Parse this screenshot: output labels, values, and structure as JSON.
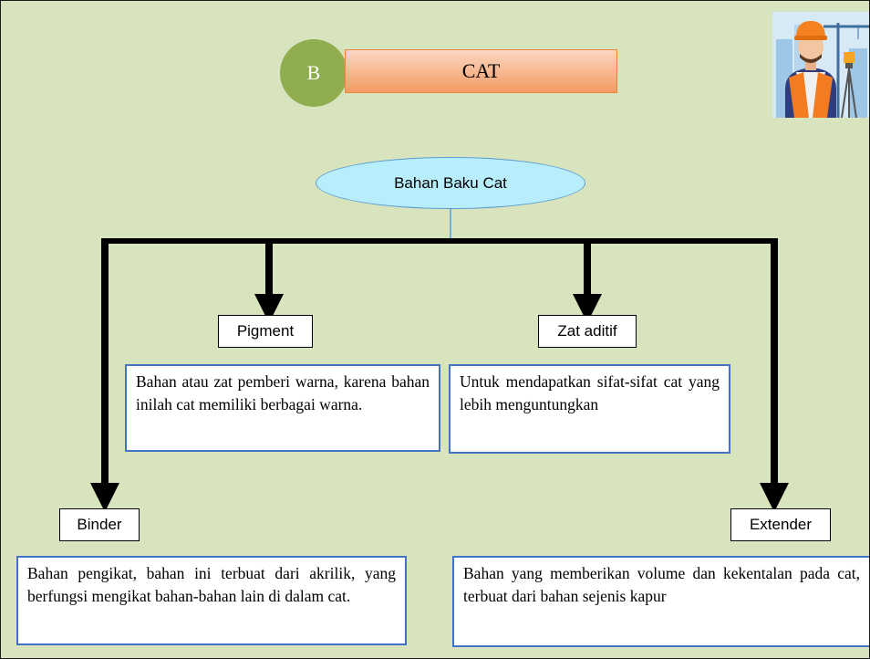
{
  "slide": {
    "badge_letter": "B",
    "title": "CAT",
    "root": "Bahan Baku Cat",
    "nodes": {
      "binder": {
        "label": "Binder",
        "description": "Bahan pengikat, bahan ini terbuat dari akrilik, yang berfungsi mengikat bahan-bahan lain di dalam cat."
      },
      "pigment": {
        "label": "Pigment",
        "description": "Bahan atau zat pemberi warna, karena bahan inilah cat memiliki berbagai warna."
      },
      "zat_aditif": {
        "label": "Zat aditif",
        "description": "Untuk mendapatkan sifat-sifat cat yang lebih menguntungkan"
      },
      "extender": {
        "label": "Extender",
        "description": "Bahan yang memberikan volume dan kekentalan pada cat, terbuat dari bahan sejenis kapur"
      }
    }
  },
  "colors": {
    "background": "#d7e4bd",
    "badge": "#8fae4e",
    "title_fill": "#f49b64",
    "oval_fill": "#b8eefb",
    "description_border": "#4472c4"
  },
  "decoration": {
    "illustration": "construction-worker-icon"
  }
}
